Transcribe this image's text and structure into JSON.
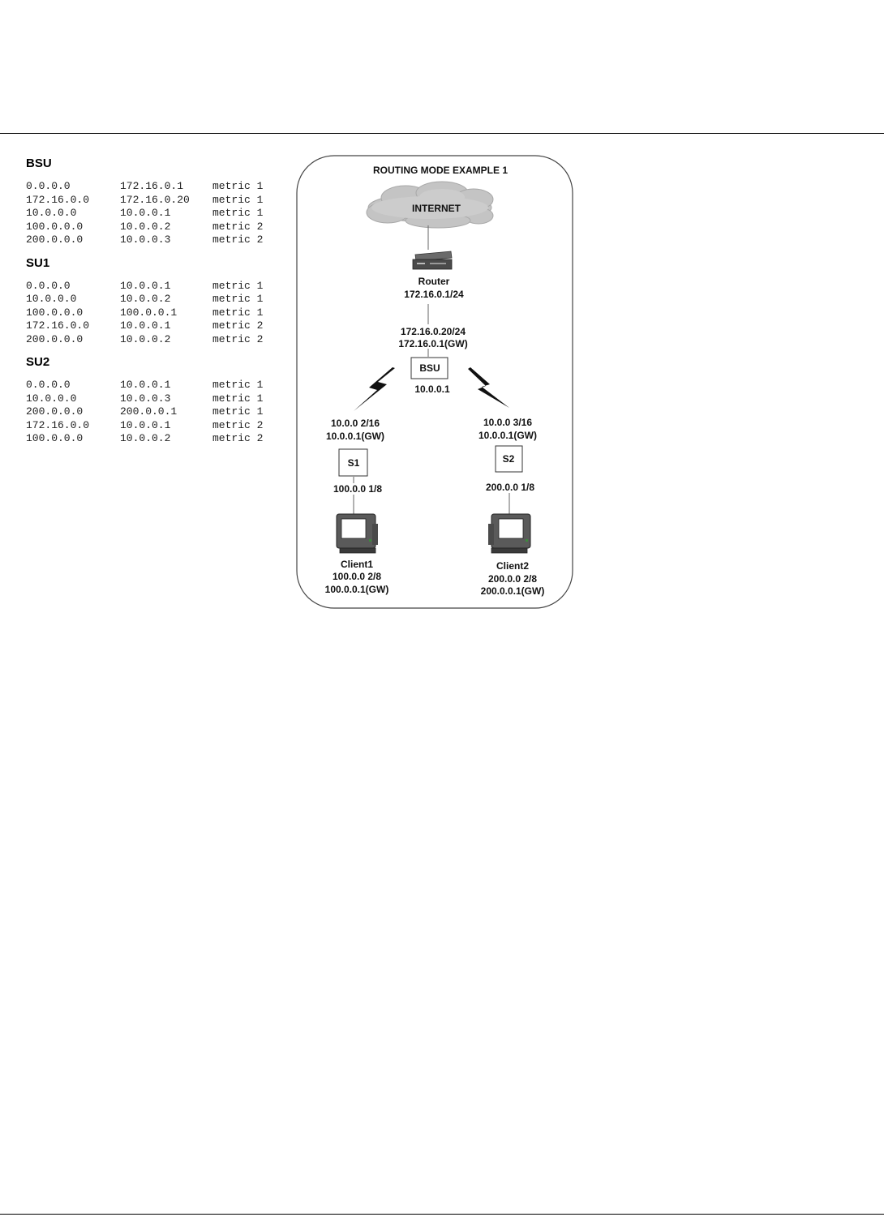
{
  "tables": [
    {
      "title": "BSU",
      "rows": [
        [
          "0.0.0.0",
          "172.16.0.1",
          "metric 1"
        ],
        [
          "172.16.0.0",
          "172.16.0.20",
          "metric 1"
        ],
        [
          "10.0.0.0",
          "10.0.0.1",
          "metric 1"
        ],
        [
          "100.0.0.0",
          "10.0.0.2",
          "metric 2"
        ],
        [
          "200.0.0.0",
          "10.0.0.3",
          "metric 2"
        ]
      ]
    },
    {
      "title": "SU1",
      "rows": [
        [
          "0.0.0.0",
          "10.0.0.1",
          "metric 1"
        ],
        [
          "10.0.0.0",
          "10.0.0.2",
          "metric 1"
        ],
        [
          "100.0.0.0",
          "100.0.0.1",
          "metric 1"
        ],
        [
          "172.16.0.0",
          "10.0.0.1",
          "metric 2"
        ],
        [
          "200.0.0.0",
          "10.0.0.2",
          "metric 2"
        ]
      ]
    },
    {
      "title": "SU2",
      "rows": [
        [
          "0.0.0.0",
          "10.0.0.1",
          "metric 1"
        ],
        [
          "10.0.0.0",
          "10.0.0.3",
          "metric 1"
        ],
        [
          "200.0.0.0",
          "200.0.0.1",
          "metric 1"
        ],
        [
          "172.16.0.0",
          "10.0.0.1",
          "metric 2"
        ],
        [
          "100.0.0.0",
          "10.0.0.2",
          "metric 2"
        ]
      ]
    }
  ],
  "diagram": {
    "title": "ROUTING MODE EXAMPLE 1",
    "internet_label": "INTERNET",
    "router": {
      "name": "Router",
      "ip": "172.16.0.1/24"
    },
    "bsu": {
      "label": "BSU",
      "ip_wan": "172.16.0.20/24",
      "gw_wan": "172.16.0.1(GW)",
      "ip_lan": "10.0.0.1"
    },
    "su1": {
      "label": "S1",
      "ip_wan": "10.0.0 2/16",
      "gw_wan": "10.0.0.1(GW)",
      "ip_lan": "100.0.0 1/8"
    },
    "su2": {
      "label": "S2",
      "ip_wan": "10.0.0 3/16",
      "gw_wan": "10.0.0.1(GW)",
      "ip_lan": "200.0.0 1/8"
    },
    "client1": {
      "name": "Client1",
      "ip": "100.0.0 2/8",
      "gw": "100.0.0.1(GW)"
    },
    "client2": {
      "name": "Client2",
      "ip": "200.0.0 2/8",
      "gw": "200.0.0.1(GW)"
    }
  }
}
